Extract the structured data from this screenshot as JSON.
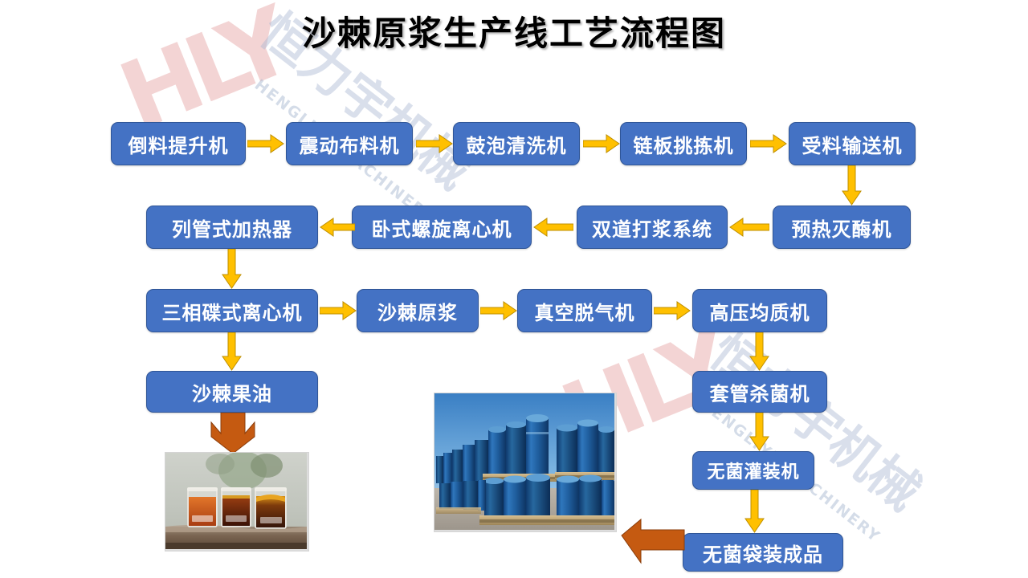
{
  "title": "沙棘原浆生产线工艺流程图",
  "colors": {
    "box_fill": "#4472C4",
    "box_border": "#2F5597",
    "arrow_fill": "#FFC000",
    "arrow_border": "#BF8F00",
    "chevron_fill": "#C55A11",
    "watermark_pink": "#F3D4D4",
    "background": "#FFFFFF"
  },
  "watermarks": [
    {
      "logo": "HLY",
      "cn": "恒力宇机械",
      "en": "HENGLIYU MACHINERY"
    },
    {
      "logo": "HLY",
      "cn": "恒力宇机械",
      "en": "HENGLIYU MACHINERY"
    }
  ],
  "flow": {
    "row1": [
      {
        "id": "n01",
        "label": "倒料提升机"
      },
      {
        "id": "n02",
        "label": "震动布料机"
      },
      {
        "id": "n03",
        "label": "鼓泡清洗机"
      },
      {
        "id": "n04",
        "label": "链板挑拣机"
      },
      {
        "id": "n05",
        "label": "受料输送机"
      }
    ],
    "row2": [
      {
        "id": "n06",
        "label": "列管式加热器"
      },
      {
        "id": "n07",
        "label": "卧式螺旋离心机"
      },
      {
        "id": "n08",
        "label": "双道打浆系统"
      },
      {
        "id": "n09",
        "label": "预热灭酶机"
      }
    ],
    "row3": [
      {
        "id": "n10",
        "label": "三相碟式离心机"
      },
      {
        "id": "n11",
        "label": "沙棘原浆"
      },
      {
        "id": "n12",
        "label": "真空脱气机"
      },
      {
        "id": "n13",
        "label": "高压均质机"
      }
    ],
    "branch_left": [
      {
        "id": "n14",
        "label": "沙棘果油"
      }
    ],
    "branch_right": [
      {
        "id": "n15",
        "label": "套管杀菌机"
      },
      {
        "id": "n16",
        "label": "无菌灌装机"
      },
      {
        "id": "n17",
        "label": "无菌袋装成品"
      }
    ]
  },
  "photos": [
    {
      "id": "p1",
      "name": "sea-buckthorn-oil-beakers-photo"
    },
    {
      "id": "p2",
      "name": "blue-barrels-on-pallets-photo"
    }
  ]
}
